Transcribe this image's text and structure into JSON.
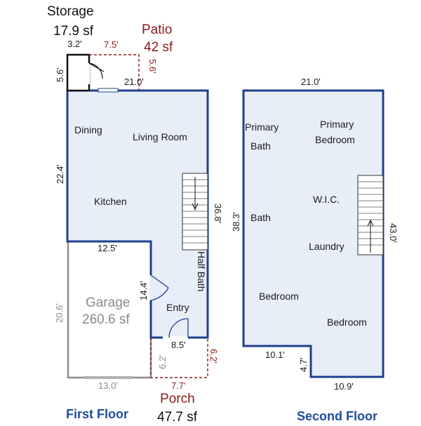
{
  "colors": {
    "wall": "#1f3f8c",
    "fill": "#e7eef8",
    "garage_wall": "#8c8c8c",
    "outdoor_dash": "#8b1a1a",
    "floor_title": "#1f4e9c"
  },
  "labels": {
    "storage_name": "Storage",
    "storage_area": "17.9 sf",
    "patio_name": "Patio",
    "patio_area": "42 sf",
    "garage_name": "Garage",
    "garage_area": "260.6 sf",
    "porch_name": "Porch",
    "porch_area": "47.7 sf",
    "first_floor": "First Floor",
    "second_floor": "Second Floor"
  },
  "rooms_first": {
    "dining": "Dining",
    "living": "Living Room",
    "kitchen": "Kitchen",
    "half_bath": "Half Bath",
    "entry": "Entry"
  },
  "rooms_second": {
    "primary_bath_1": "Primary",
    "primary_bath_2": "Bath",
    "primary_bed_1": "Primary",
    "primary_bed_2": "Bedroom",
    "wic": "W.I.C.",
    "bath": "Bath",
    "laundry": "Laundry",
    "bedroom_1": "Bedroom",
    "bedroom_2": "Bedroom"
  },
  "dims_first": {
    "storage_width": "3.2'",
    "storage_height": "5.6'",
    "patio_width": "7.5'",
    "patio_height": "5.6'",
    "top_width": "21.0'",
    "left_height": "22.4'",
    "right_height": "36.8'",
    "garage_top": "12.5'",
    "garage_left": "20.6'",
    "garage_bottom": "13.0'",
    "garage_wall_inner": "14.4'",
    "entry_bottom": "8.5'",
    "porch_left": "6.2'",
    "porch_right": "6.2'",
    "porch_bottom": "7.7'"
  },
  "dims_second": {
    "top_width": "21.0'",
    "left_height": "38.3'",
    "right_height": "43.0'",
    "step_top": "10.1'",
    "step_side": "4.7'",
    "bottom_width": "10.9'"
  }
}
